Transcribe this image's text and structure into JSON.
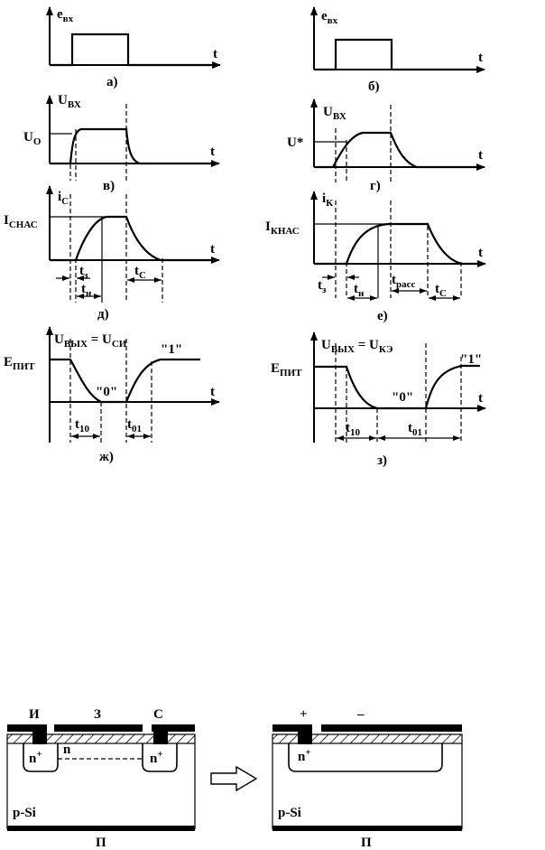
{
  "colors": {
    "ink": "#000000",
    "background": "#ffffff"
  },
  "labels": {
    "t": "t",
    "a": {
      "var": "e",
      "sub": "вх",
      "caption": "а)"
    },
    "b": {
      "var": "e",
      "sub": "вх",
      "caption": "б)"
    },
    "v": {
      "var": "U",
      "sub": "ВХ",
      "level_var": "U",
      "level_sub": "O",
      "caption": "в)"
    },
    "g": {
      "var": "U",
      "sub": "ВХ",
      "level": "U*",
      "caption": "г)"
    },
    "d": {
      "var": "i",
      "sub": "C",
      "level_var": "I",
      "level_sub": "СНАС",
      "t_z": "з",
      "t_n": "н",
      "t_c": "C",
      "caption": "д)"
    },
    "e": {
      "var": "i",
      "sub": "К",
      "level_var": "I",
      "level_sub": "КНАС",
      "t_z": "з",
      "t_n": "н",
      "t_pass": "расс",
      "t_c": "C",
      "caption": "е)"
    },
    "zh": {
      "var": "U",
      "sub": "ВЫХ",
      "eq": " = U",
      "eq_sub": "СИ",
      "level_var": "E",
      "level_sub": "ПИТ",
      "one": "\"1\"",
      "zero": "\"0\"",
      "t10": "10",
      "t01": "01",
      "caption": "ж)"
    },
    "z": {
      "var": "U",
      "sub": "ВЫХ",
      "eq": " = U",
      "eq_sub": "КЭ",
      "level_var": "E",
      "level_sub": "ПИТ",
      "one": "\"1\"",
      "zero": "\"0\"",
      "t10": "10",
      "t01": "01",
      "caption": "з)"
    }
  },
  "mosfet": {
    "left": {
      "source": "И",
      "gate": "З",
      "drain": "С",
      "n_plus_left": "n",
      "n_plus_right": "n",
      "plus_sup": "+",
      "channel": "n",
      "substrate": "p-Si",
      "bulk": "П"
    },
    "right": {
      "plus": "+",
      "minus": "–",
      "n_plus": "n",
      "plus_sup": "+",
      "substrate": "p-Si",
      "bulk": "П"
    }
  }
}
